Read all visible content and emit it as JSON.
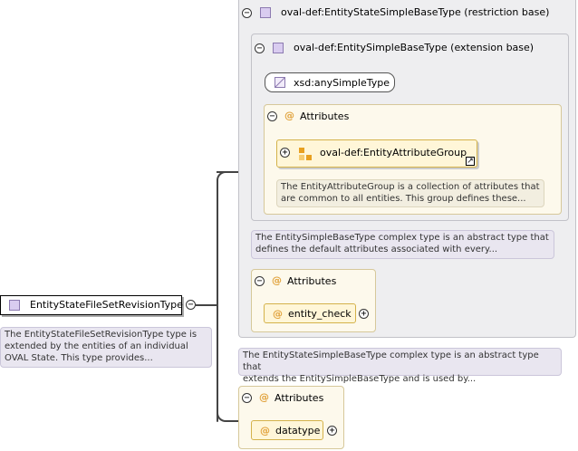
{
  "root": {
    "label": "EntityStateFileSetRevisionType",
    "toggle": "−",
    "annotation": [
      "The EntityStateFileSetRevisionType type is",
      "extended by the entities of an individual",
      "OVAL State. This type provides..."
    ]
  },
  "restriction": {
    "toggle": "−",
    "label": "oval-def:EntityStateSimpleBaseType (restriction base)",
    "annotation": [
      "The EntityStateSimpleBaseType complex type is an abstract type that",
      "extends the EntitySimpleBaseType and is used by..."
    ]
  },
  "extension": {
    "toggle": "−",
    "label": "oval-def:EntitySimpleBaseType (extension base)",
    "simple_type": "xsd:anySimpleType",
    "annotation": [
      "The EntitySimpleBaseType complex type is an abstract type that",
      "defines the default attributes associated with every..."
    ]
  },
  "inner_attributes": {
    "toggle": "−",
    "at": "@",
    "title": "Attributes",
    "group": {
      "toggle": "+",
      "label": "oval-def:EntityAttributeGroup",
      "link": "↗",
      "annotation": [
        "The EntityAttributeGroup is a collection of attributes that",
        "are common to all entities. This group defines these..."
      ]
    }
  },
  "mid_attributes": {
    "toggle": "−",
    "at": "@",
    "title": "Attributes",
    "item": {
      "at": "@",
      "label": "entity_check",
      "toggle": "+"
    }
  },
  "bottom_attributes": {
    "toggle": "−",
    "at": "@",
    "title": "Attributes",
    "item": {
      "at": "@",
      "label": "datatype",
      "toggle": "+"
    }
  }
}
